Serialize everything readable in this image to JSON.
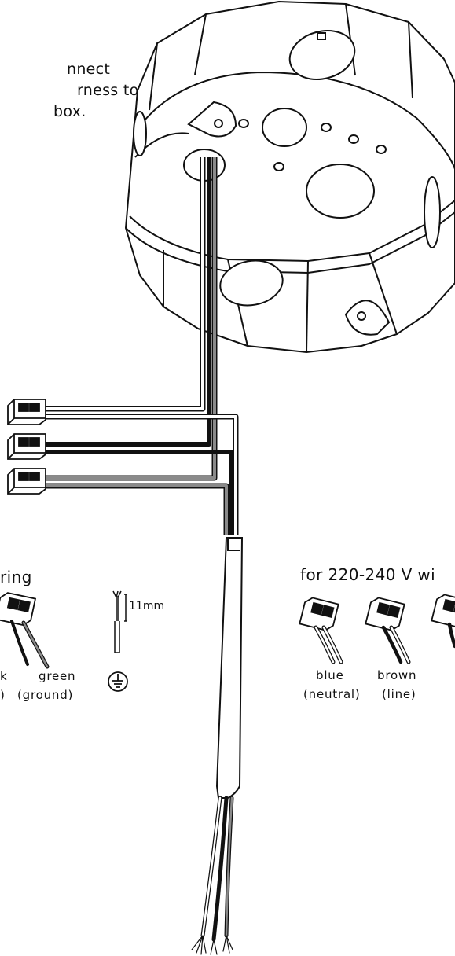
{
  "instruction_lines": [
    "nnect",
    "rness to",
    "box."
  ],
  "section_120": {
    "heading": "ring",
    "wire_labels": [
      {
        "color": "k",
        "function": ")"
      },
      {
        "color": "green",
        "function": "(ground)"
      }
    ],
    "strip_length": "11mm",
    "ground_symbol_icon": "ground-symbol-icon"
  },
  "section_220": {
    "heading": "for 220-240 V wi",
    "wire_labels": [
      {
        "color": "blue",
        "function": "(neutral)"
      },
      {
        "color": "brown",
        "function": "(line)"
      }
    ]
  },
  "colors": {
    "line": "#111111",
    "wire_gray": "#8a8a8a",
    "background": "#ffffff"
  }
}
